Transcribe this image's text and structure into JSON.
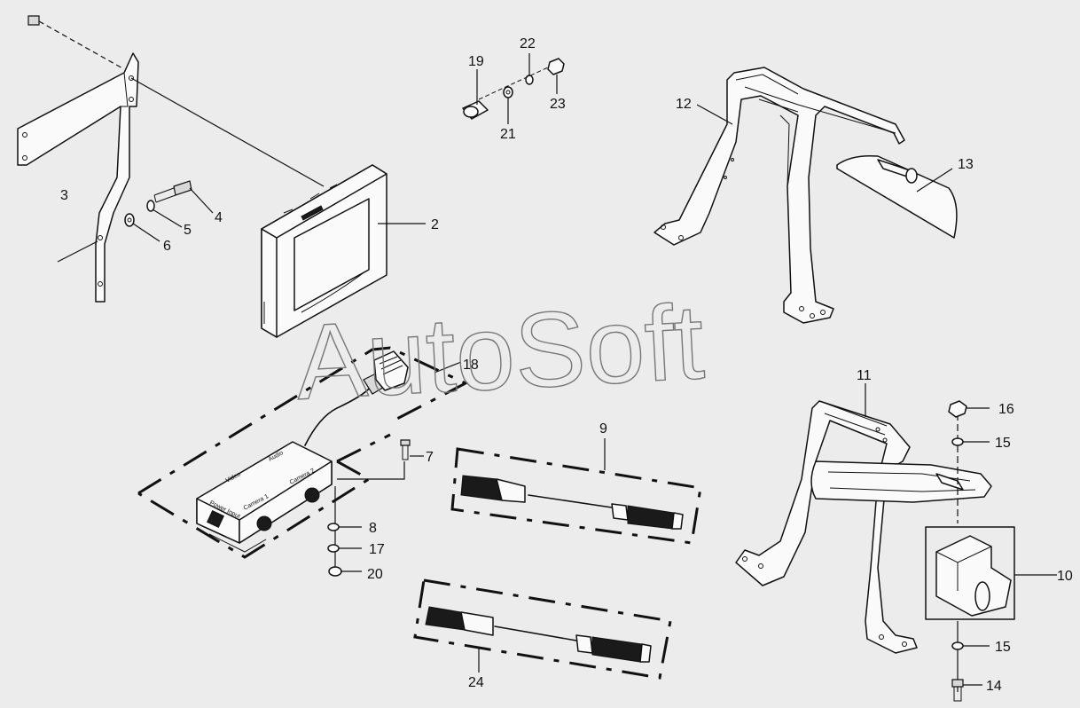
{
  "watermark": "AutoSoft",
  "callouts": {
    "c2": "2",
    "c3": "3",
    "c4": "4",
    "c5": "5",
    "c6": "6",
    "c7": "7",
    "c8": "8",
    "c9": "9",
    "c10": "10",
    "c11": "11",
    "c12": "12",
    "c13": "13",
    "c14": "14",
    "c15a": "15",
    "c15b": "15",
    "c16": "16",
    "c17": "17",
    "c18": "18",
    "c19": "19",
    "c20": "20",
    "c21": "21",
    "c22": "22",
    "c23": "23",
    "c24": "24"
  },
  "control_box_labels": {
    "video": "Video",
    "audio": "Audio",
    "power_input": "Power Input",
    "camera1": "Camera 1",
    "camera2": "Camera 2"
  }
}
